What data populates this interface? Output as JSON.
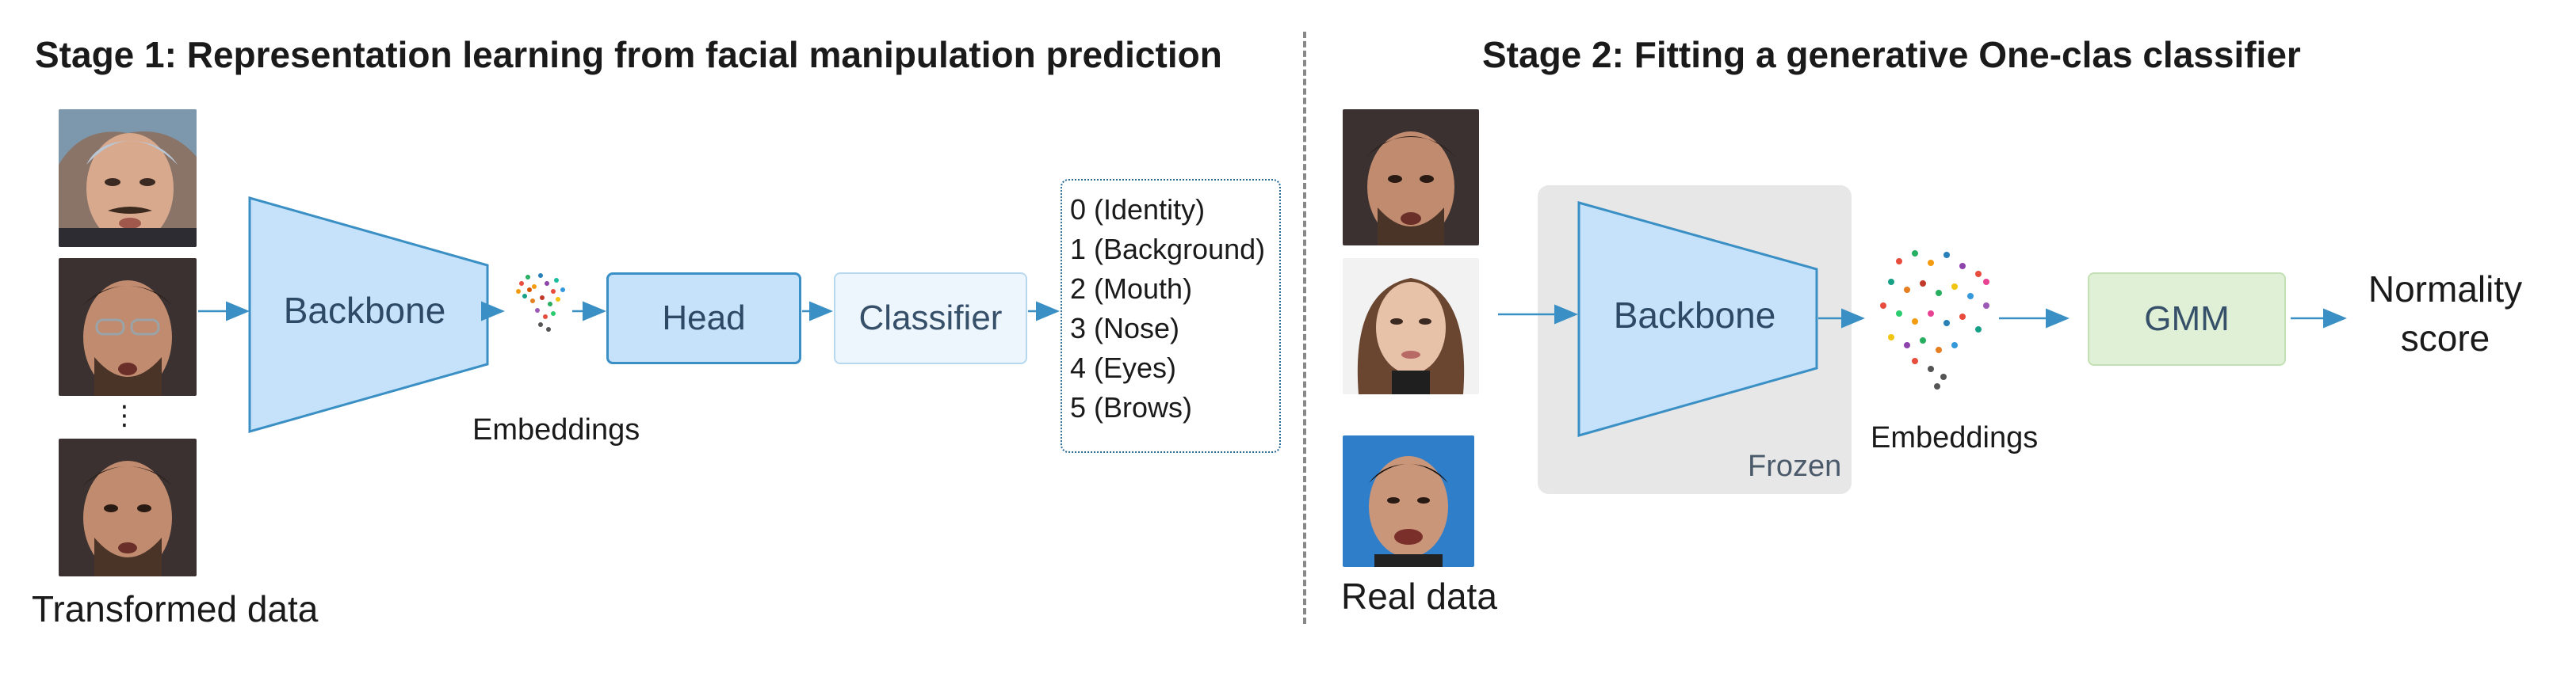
{
  "stage1": {
    "title": "Stage 1:  Representation learning from facial manipulation prediction",
    "backbone_label": "Backbone",
    "head_label": "Head",
    "classifier_label": "Classifier",
    "embeddings_label": "Embeddings",
    "transformed_caption": "Transformed data",
    "ellipsis": "⋮",
    "class_labels": [
      "0 (Identity)",
      "1 (Background)",
      "2 (Mouth)",
      "3 (Nose)",
      "4 (Eyes)",
      "5 (Brows)"
    ]
  },
  "stage2": {
    "title": "Stage 2:  Fitting a generative One-clas classifier",
    "backbone_label": "Backbone",
    "frozen_label": "Frozen",
    "embeddings_label": "Embeddings",
    "gmm_label": "GMM",
    "output_label_line1": "Normality",
    "output_label_line2": "score",
    "real_caption": "Real data"
  },
  "colors": {
    "backbone_fill": "#c6e2fa",
    "backbone_stroke": "#3a8fc4",
    "arrow": "#3a8fc4",
    "divider": "#888888",
    "gmm_fill": "#dff0d6",
    "frozen_bg": "#e7e7e7"
  }
}
